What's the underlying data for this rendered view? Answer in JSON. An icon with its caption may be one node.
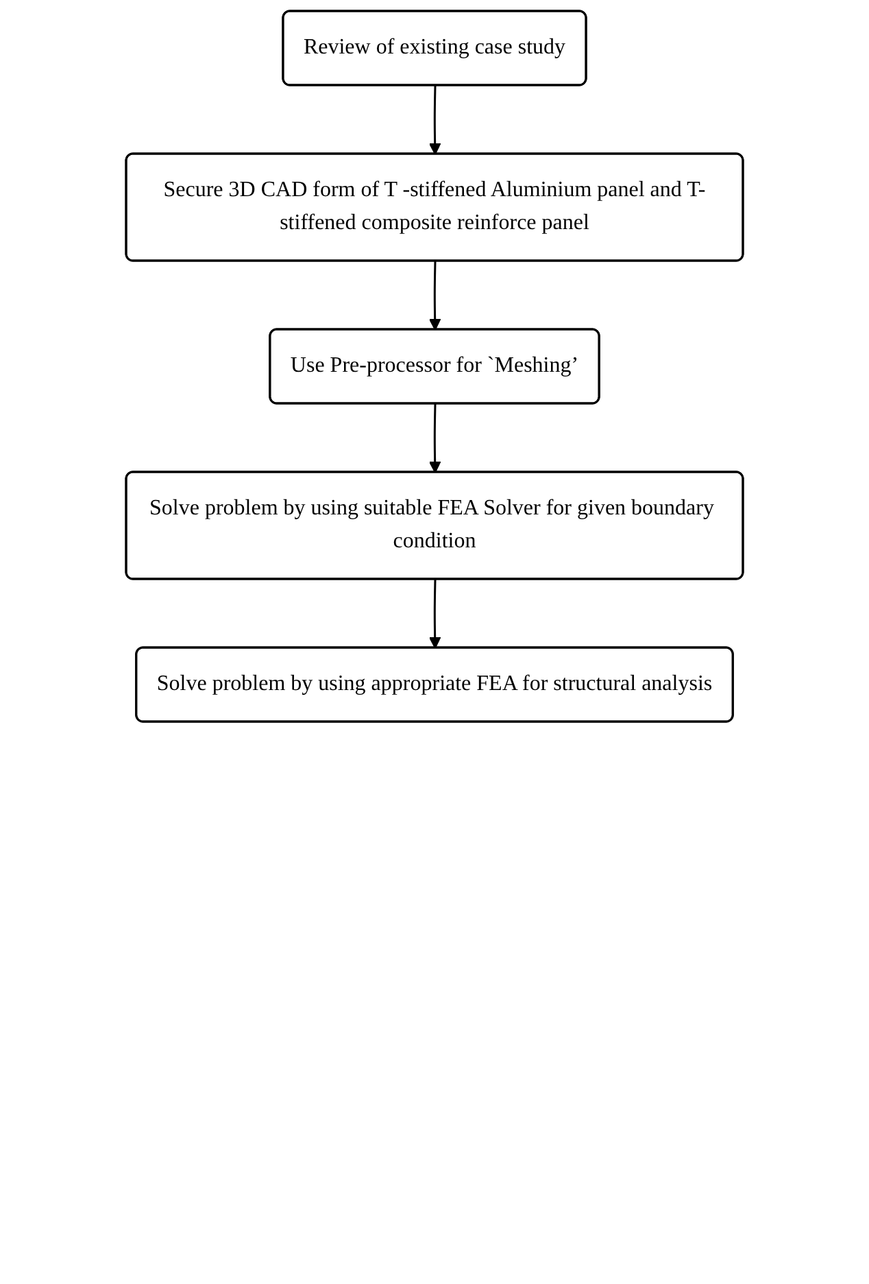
{
  "diagram": {
    "nodes": [
      {
        "text": [
          "Review of existing case study"
        ]
      },
      {
        "text": [
          "Secure 3D CAD form of T -stiffened Aluminium panel and T-stiffened composite reinforce panel"
        ]
      },
      {
        "text": [
          "Use Pre-processor for `Meshing’"
        ]
      },
      {
        "text": [
          "Solve problem by using suitable FEA Solver for given boundary condition"
        ]
      },
      {
        "text": [
          "Solve problem by using appropriate FEA for structural analysis"
        ]
      }
    ],
    "edges": [
      {
        "from": 0,
        "to": 1,
        "arrow": "to"
      },
      {
        "from": 1,
        "to": 2,
        "arrow": "to"
      },
      {
        "from": 2,
        "to": 3,
        "arrow": "to"
      },
      {
        "from": 3,
        "to": 4,
        "arrow": "to"
      }
    ]
  }
}
